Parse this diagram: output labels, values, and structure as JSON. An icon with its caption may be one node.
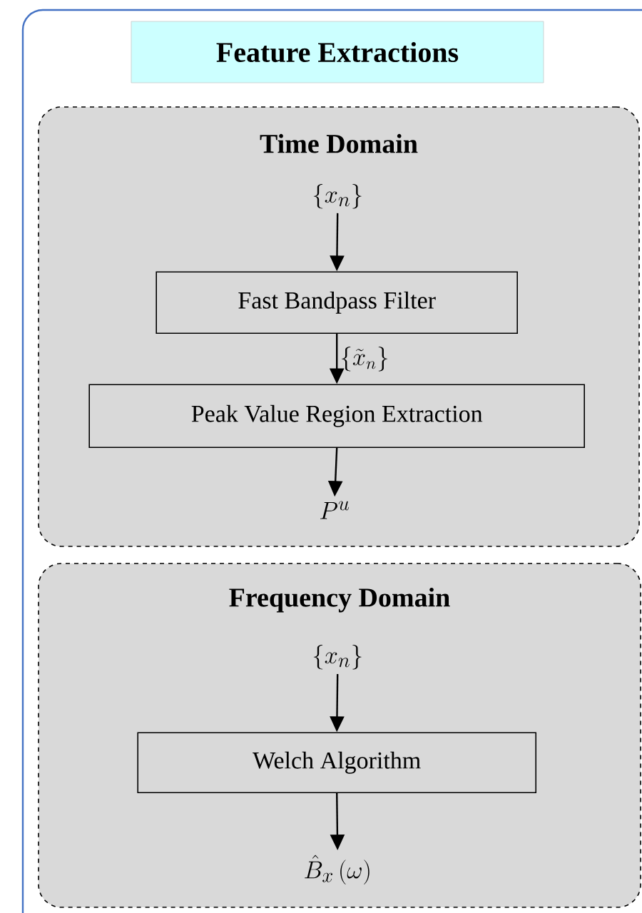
{
  "diagram": {
    "nodes": [
      {
        "text": [
          "Feature Extractions"
        ]
      },
      {
        "text": [
          "Time Domain"
        ]
      },
      {
        "text": [
          "\\left\\{x_n\\right\\}"
        ],
        "in": 1
      },
      {
        "text": [
          "Fast Bandpass Filter"
        ],
        "in": 1
      },
      {
        "text": [
          "Peak Value Region Extraction"
        ],
        "in": 1
      },
      {
        "text": [
          "P^u"
        ],
        "in": 1
      },
      {
        "text": [
          "Frequency Domain"
        ]
      },
      {
        "text": [
          "\\left\\{x_n\\right\\}"
        ],
        "in": 6
      },
      {
        "text": [
          "Welch Algorithm"
        ],
        "in": 6
      },
      {
        "text": [
          "\\hat{B}_x\\left(\\omega\\right)"
        ],
        "in": 6
      }
    ],
    "edges": [
      {
        "from": 2,
        "to": 3,
        "arrow": "to"
      },
      {
        "from": 3,
        "to": 4,
        "arrow": "to",
        "label": "\\left\\{\\tilde{x}_n\\right\\}"
      },
      {
        "from": 4,
        "to": 5,
        "arrow": "to"
      },
      {
        "from": 7,
        "to": 8,
        "arrow": "to"
      },
      {
        "from": 8,
        "to": 9,
        "arrow": "to"
      }
    ]
  }
}
